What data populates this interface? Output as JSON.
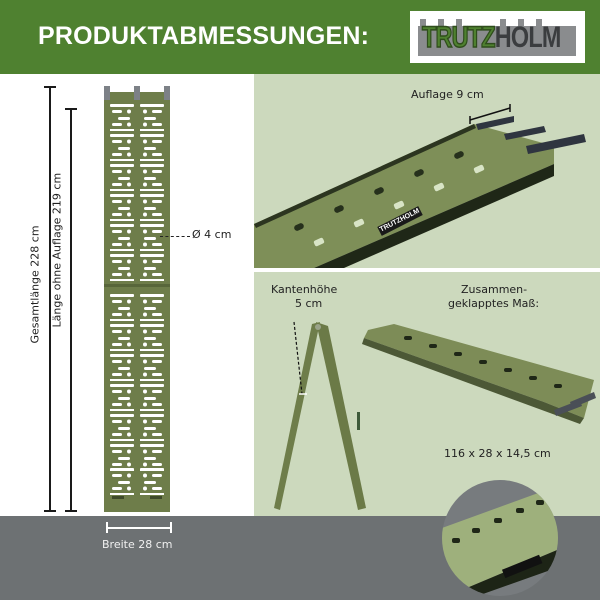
{
  "header": {
    "title": "PRODUKTABMESSUNGEN:",
    "background": "#4f8130",
    "logo": {
      "part1": "TRUTZ",
      "part2": "HOLM"
    }
  },
  "left_panel": {
    "total_length_label": "Gesamtlänge 228 cm",
    "length_without_support_label": "Länge ohne Auflage 219 cm",
    "diameter_label": "Ø 4 cm",
    "width_label": "Breite 28 cm"
  },
  "top_right_panel": {
    "support_label": "Auflage 9  cm",
    "ramp_logo": "TRUTZHOLM"
  },
  "bottom_right_panel": {
    "edge_height_title": "Kantenhöhe",
    "edge_height_value": "5 cm",
    "folded_title_line1": "Zusammen-",
    "folded_title_line2": "geklapptes Maß:",
    "folded_dimensions": "116 x 28 x 14,5 cm"
  },
  "colors": {
    "header_green": "#4f8130",
    "panel_green": "#ccd9bd",
    "ramp_green": "#6e7d4a",
    "footer_gray": "#6d7173"
  }
}
